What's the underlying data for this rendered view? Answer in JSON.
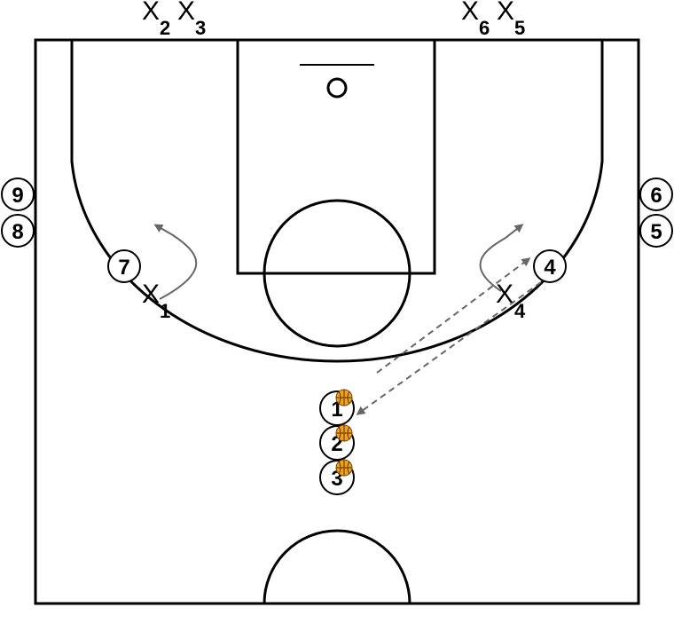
{
  "offense": {
    "p1": "1",
    "p2": "2",
    "p3": "3",
    "p4": "4",
    "p5": "5",
    "p6": "6",
    "p7": "7",
    "p8": "8",
    "p9": "9"
  },
  "defense": {
    "d1": {
      "mark": "X",
      "num": "1"
    },
    "d2": {
      "mark": "X",
      "num": "2"
    },
    "d3": {
      "mark": "X",
      "num": "3"
    },
    "d4": {
      "mark": "X",
      "num": "4"
    },
    "d5": {
      "mark": "X",
      "num": "5"
    },
    "d6": {
      "mark": "X",
      "num": "6"
    }
  },
  "colors": {
    "court_lines": "#000000",
    "movement_arrows": "#666666",
    "ball": "#f0a020"
  },
  "icons": {
    "ball": "basketball-icon"
  }
}
